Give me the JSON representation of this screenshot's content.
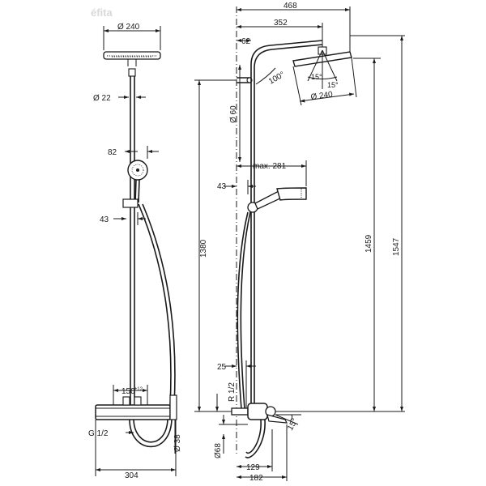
{
  "watermark": "éfita",
  "front_view": {
    "dimensions": {
      "head_diameter": "Ø 240",
      "pipe_diameter": "Ø 22",
      "handshower_width": "82",
      "holder_offset": "43",
      "valve_spacing": "150",
      "valve_spacing_tolerance": "±12",
      "inlet_thread": "G 1/2",
      "outlet_diameter": "Ø 38",
      "overall_width": "304"
    }
  },
  "side_view": {
    "dimensions": {
      "arm_reach": "468",
      "arm_length": "352",
      "arm_offset": "62",
      "arm_angle": "100°",
      "head_tilt_1": "15°",
      "head_tilt_2": "15°",
      "head_diameter": "Ø 240",
      "riser_spacing": "Ø 60",
      "handshower_reach": "max. 281",
      "holder_depth": "43",
      "riser_height": "1380",
      "head_height": "1459",
      "total_height": "1547",
      "wall_offset": "25",
      "thread": "R 1/2",
      "spout_angle": "15°",
      "spout_diameter": "Ø68",
      "depth_1": "129",
      "depth_2": "182"
    }
  }
}
